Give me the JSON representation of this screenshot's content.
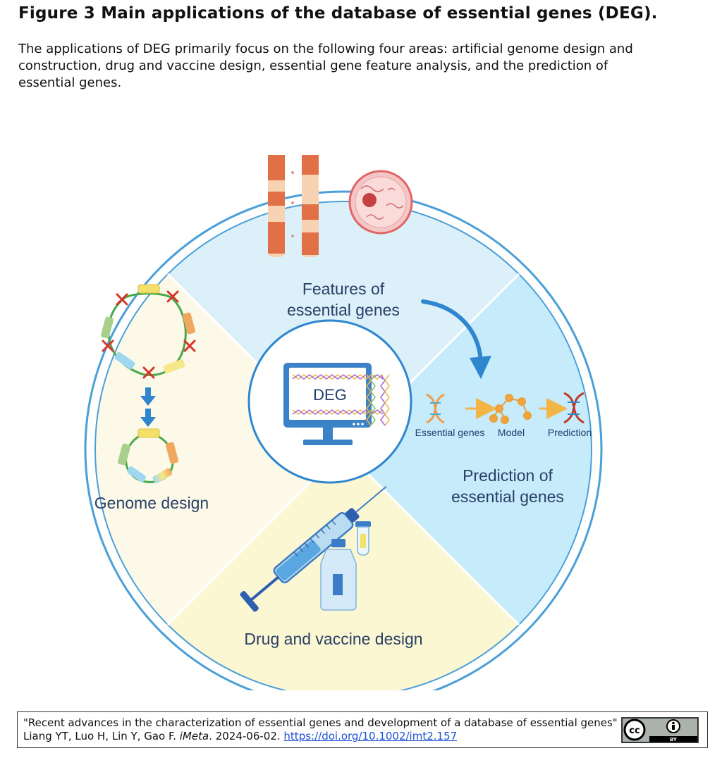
{
  "figure": {
    "title": "Figure 3 Main applications of the database of essential genes (DEG).",
    "caption": "The applications of DEG primarily focus on the following four areas: artificial genome design and construction, drug and vaccine design, essential gene feature analysis, and the prediction of essential genes."
  },
  "diagram": {
    "center_label": "DEG",
    "sectors": {
      "features": {
        "line1": "Features of",
        "line2": "essential genes"
      },
      "prediction": {
        "line1": "Prediction of",
        "line2": "essential genes"
      },
      "drug": {
        "label": "Drug and vaccine design"
      },
      "genome": {
        "label": "Genome design"
      }
    },
    "pipeline": {
      "step1": "Essential genes",
      "step2": "Model",
      "step3": "Prediction"
    },
    "colors": {
      "features_bg": "#dcf0fa",
      "prediction_bg": "#c6ecfb",
      "drug_bg": "#fbf7d2",
      "genome_bg": "#fcf9e8",
      "ring": "#4a9fd8",
      "arrow": "#2e86cf"
    }
  },
  "credit": {
    "text_before": "\"Recent advances in the characterization of essential genes and development of a database of essential genes\" Liang YT, Luo H, Lin Y, Gao F. ",
    "journal": "iMeta",
    "text_after": ". 2024-06-02. ",
    "link": "https://doi.org/10.1002/imt2.157",
    "license": {
      "cc": "cc",
      "by": "BY"
    }
  }
}
